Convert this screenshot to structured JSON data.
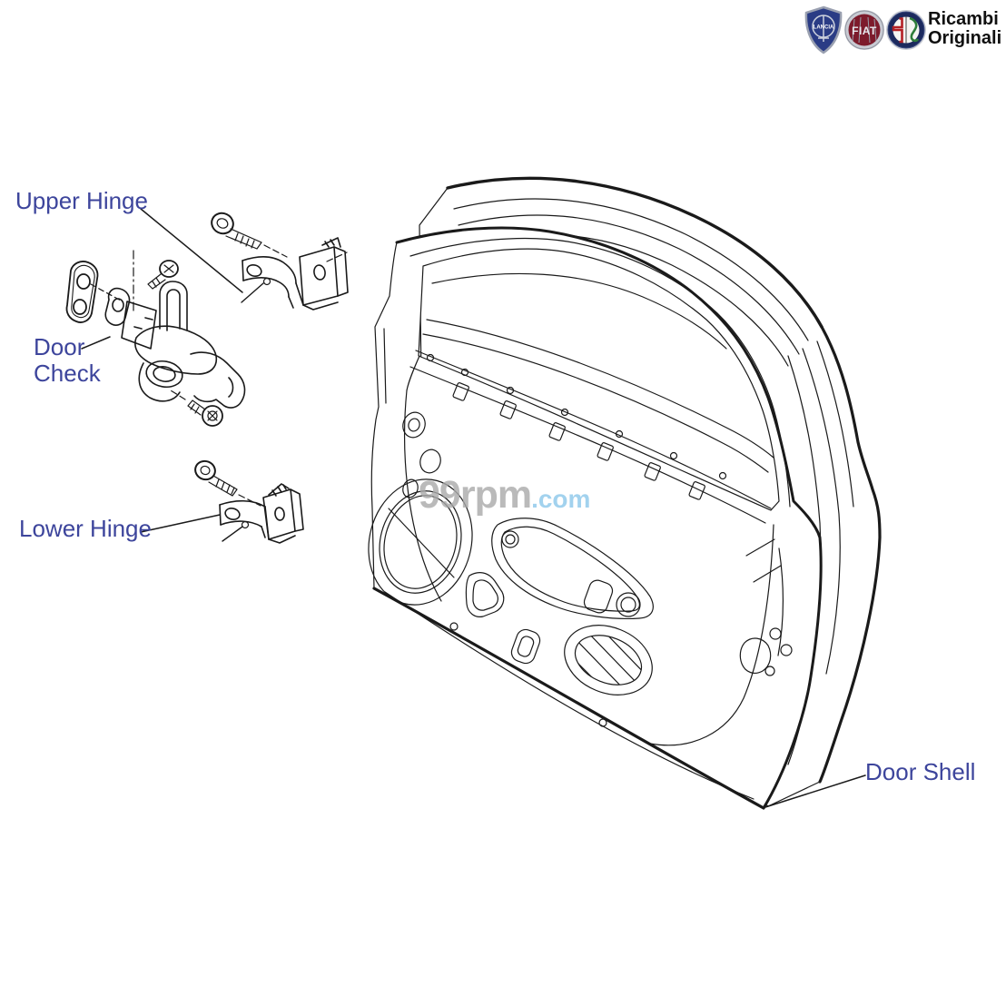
{
  "branding": {
    "title_line1": "Ricambi",
    "title_line2": "Originali",
    "logos": {
      "lancia": "LANCIA",
      "fiat": "FIAT"
    }
  },
  "diagram": {
    "labels": {
      "upper_hinge": "Upper Hinge",
      "door_check_line1": "Door",
      "door_check_line2": "Check",
      "lower_hinge": "Lower Hinge",
      "door_shell": "Door Shell"
    }
  },
  "watermark": {
    "brand": "99rpm",
    "suffix": ".com"
  },
  "colors": {
    "label_blue": "#3d459c",
    "line_black": "#1a1a1a",
    "watermark_gray": "#a9a9a9",
    "watermark_blue": "#8cc7ea",
    "fiat_red": "#7d1b2c",
    "lancia_blue": "#2a3c85",
    "alfa_navy": "#1c2a5e"
  }
}
